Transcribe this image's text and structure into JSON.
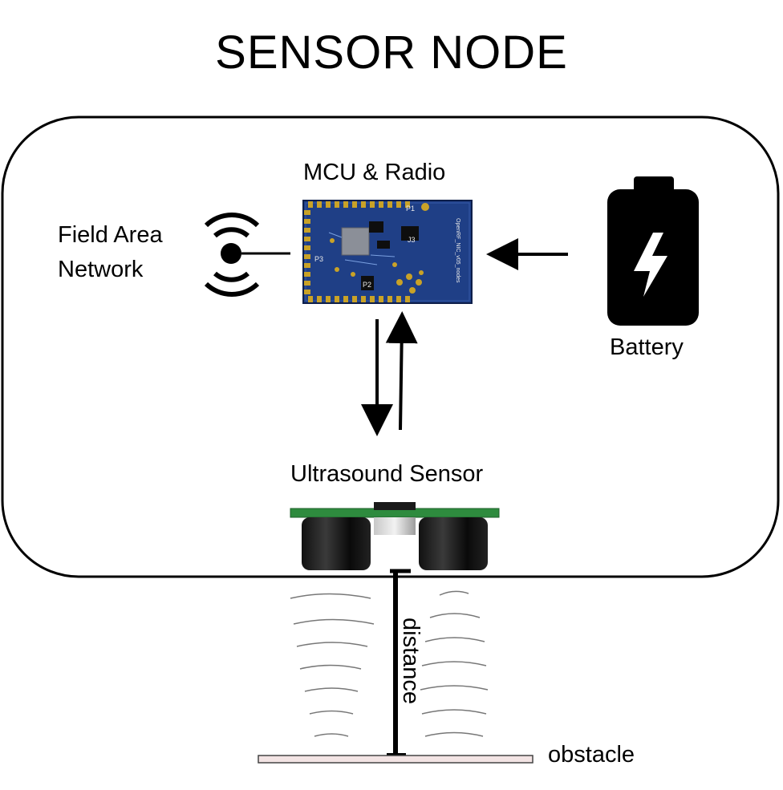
{
  "title": "SENSOR NODE",
  "labels": {
    "mcu": "MCU & Radio",
    "network_line1": "Field Area",
    "network_line2": "Network",
    "battery": "Battery",
    "sensor": "Ultrasound Sensor",
    "distance": "distance",
    "obstacle": "obstacle"
  },
  "board_silkscreen": {
    "p1": "P1",
    "j3": "J3",
    "p3": "P3",
    "p2": "P2",
    "model": "OpenRF_NIC_v05_nodes"
  },
  "colors": {
    "pcb_blue": "#1f3f86",
    "pcb_gold": "#c9a227",
    "sensor_green": "#2e8b3e",
    "ink": "#000000"
  },
  "icons": [
    "wifi-signal-icon",
    "battery-icon",
    "lightning-bolt-icon"
  ]
}
